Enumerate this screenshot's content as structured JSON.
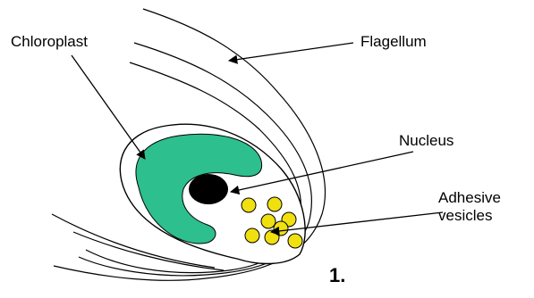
{
  "labels": {
    "chloroplast": "Chloroplast",
    "flagellum": "Flagellum",
    "nucleus": "Nucleus",
    "adhesive_vesicles": "Adhesive vesicles"
  },
  "figure_number": "1.",
  "colors": {
    "chloroplast": "#2dbf8d",
    "nucleus": "#000000",
    "vesicles": "#f0e010",
    "outline": "#000000"
  },
  "vesicle_count": 8
}
